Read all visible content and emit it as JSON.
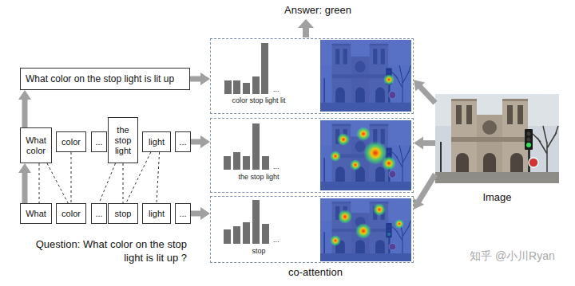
{
  "diagram": {
    "nodes": [
      {
        "text": [
          "What color on the stop light is lit up"
        ]
      },
      {
        "text": [
          "What color"
        ]
      },
      {
        "text": [
          "color"
        ]
      },
      {
        "text": [
          "..."
        ]
      },
      {
        "text": [
          "the stop light"
        ]
      },
      {
        "text": [
          "light"
        ]
      },
      {
        "text": [
          "..."
        ]
      },
      {
        "text": [
          "What"
        ]
      },
      {
        "text": [
          "color"
        ]
      },
      {
        "text": [
          "..."
        ]
      },
      {
        "text": [
          "stop"
        ]
      },
      {
        "text": [
          "light"
        ]
      },
      {
        "text": [
          "..."
        ]
      },
      {
        "text": [
          "...",
          "color stop light lit"
        ]
      },
      {
        "text": [
          "...",
          "the stop light"
        ]
      },
      {
        "text": [
          "...",
          "stop"
        ]
      },
      {
        "text": [
          "Image"
        ]
      }
    ],
    "edges": [
      {
        "from": 1,
        "to": 0,
        "arrow": "to"
      },
      {
        "from": 7,
        "to": 1,
        "arrow": "to"
      },
      {
        "from": 0,
        "to": 13,
        "arrow": "to"
      },
      {
        "from": 6,
        "to": 14,
        "arrow": "to"
      },
      {
        "from": 12,
        "to": 15,
        "arrow": "to"
      },
      {
        "from": 16,
        "to": 13,
        "arrow": "to"
      },
      {
        "from": 16,
        "to": 14,
        "arrow": "to"
      },
      {
        "from": 16,
        "to": 15,
        "arrow": "to"
      },
      {
        "from": 1,
        "to": 7,
        "arrow": "none"
      },
      {
        "from": 1,
        "to": 8,
        "arrow": "none"
      },
      {
        "from": 2,
        "to": 8,
        "arrow": "none"
      },
      {
        "from": 4,
        "to": 9,
        "arrow": "none"
      },
      {
        "from": 4,
        "to": 10,
        "arrow": "none"
      },
      {
        "from": 5,
        "to": 10,
        "arrow": "none"
      },
      {
        "from": 5,
        "to": 11,
        "arrow": "none"
      }
    ],
    "labels": [
      "Answer: green",
      "Question: What color on the stop light is lit up ?",
      "co-attention",
      "知乎 @小川Ryan"
    ]
  }
}
